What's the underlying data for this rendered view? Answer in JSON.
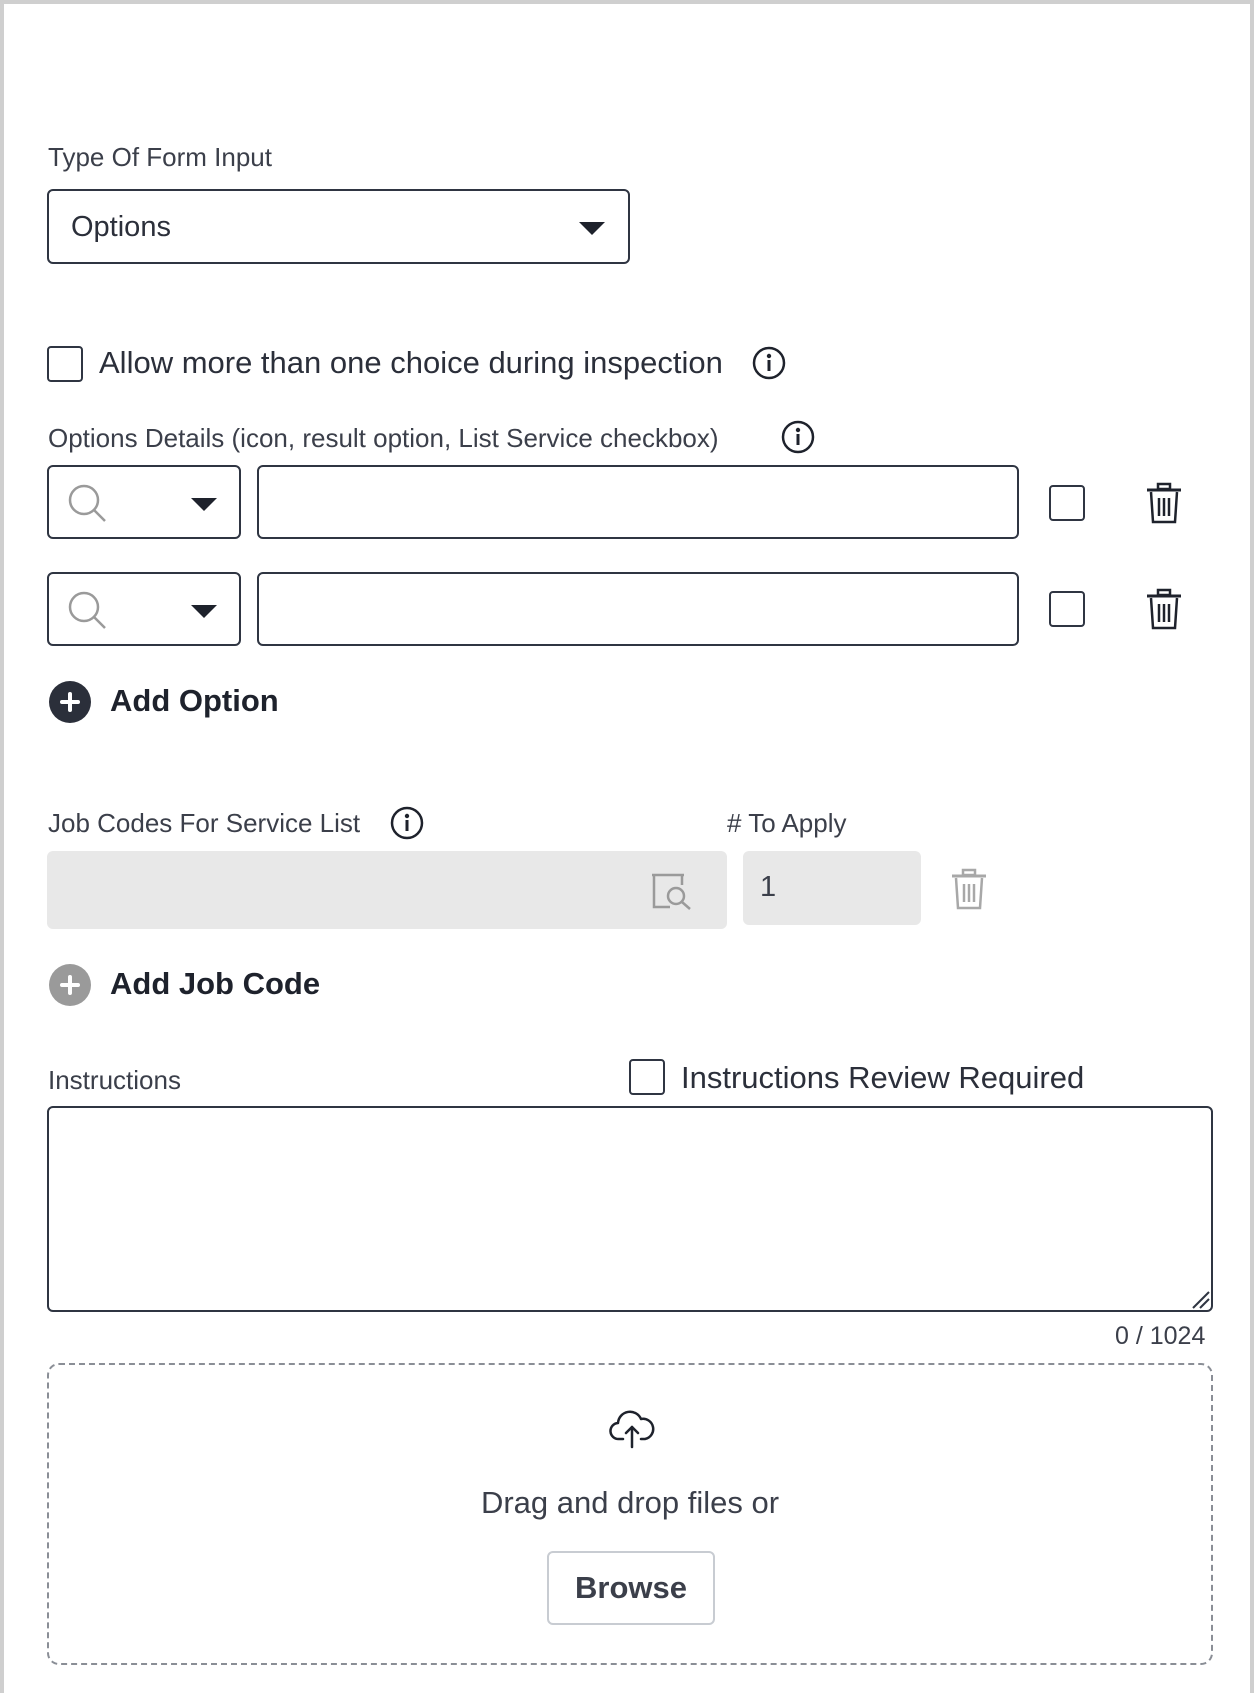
{
  "form_input_type": {
    "label": "Type Of Form Input",
    "selected": "Options"
  },
  "multi_choice": {
    "label": "Allow more than one choice during inspection",
    "checked": false
  },
  "options_details": {
    "label": "Options Details (icon, result option, List Service checkbox)",
    "rows": [
      {
        "icon": "search-icon",
        "text": "",
        "list_service": false
      },
      {
        "icon": "search-icon",
        "text": "",
        "list_service": false
      }
    ],
    "add_label": "Add Option"
  },
  "job_codes": {
    "label": "Job Codes For Service List",
    "apply_label": "# To Apply",
    "apply_value": "1",
    "add_label": "Add Job Code"
  },
  "instructions": {
    "label": "Instructions",
    "review_label": "Instructions Review Required",
    "value": "",
    "counter": "0 / 1024"
  },
  "upload": {
    "prompt": "Drag and drop files or",
    "browse_label": "Browse"
  },
  "colors": {
    "border": "#2f3542",
    "disabled_bg": "#e8e8e8",
    "accent_dark": "#2b2f3a",
    "muted_icon": "#9a9a9a"
  }
}
